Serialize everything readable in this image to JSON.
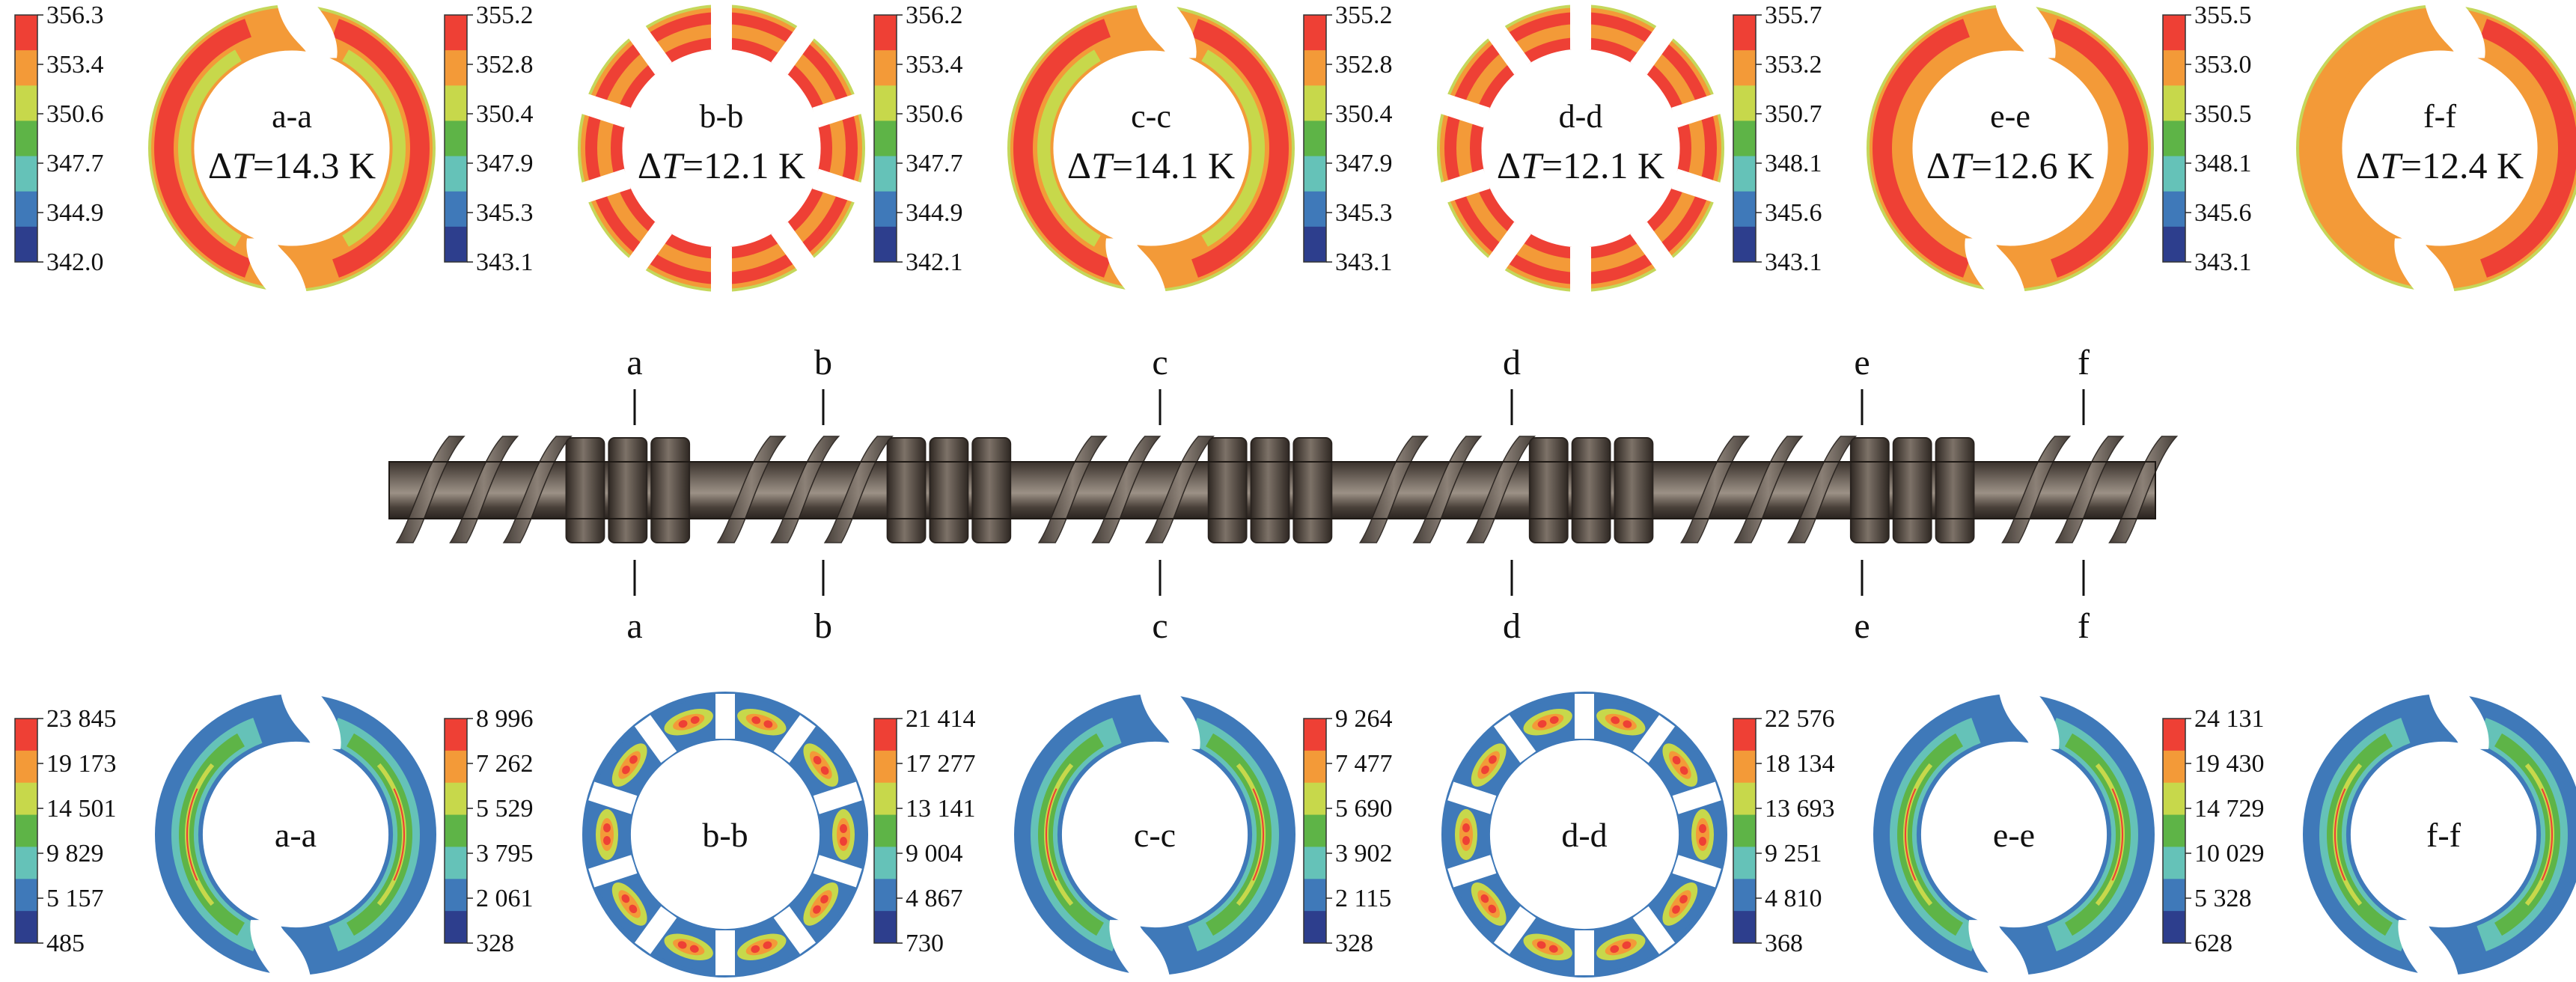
{
  "colorbar_palette": [
    "#ee4035",
    "#f39a38",
    "#c7d84b",
    "#5eb447",
    "#65c2b8",
    "#3f79b9",
    "#2d3e8d"
  ],
  "temperature_sections": [
    {
      "section": "a-a",
      "delta_label": "ΔT=14.3 K",
      "delta_prefix": "Δ",
      "delta_var": "T",
      "delta_value": "=14.3 K",
      "ticks": [
        "356.3",
        "353.4",
        "350.6",
        "347.7",
        "344.9",
        "342.0"
      ],
      "slot_style": "two_helical"
    },
    {
      "section": "b-b",
      "delta_label": "ΔT=12.1 K",
      "delta_prefix": "Δ",
      "delta_var": "T",
      "delta_value": "=12.1 K",
      "ticks": [
        "355.2",
        "352.8",
        "350.4",
        "347.9",
        "345.3",
        "343.1"
      ],
      "slot_style": "ten_blocks"
    },
    {
      "section": "c-c",
      "delta_label": "ΔT=14.1 K",
      "delta_prefix": "Δ",
      "delta_var": "T",
      "delta_value": "=14.1 K",
      "ticks": [
        "356.2",
        "353.4",
        "350.6",
        "347.7",
        "344.9",
        "342.1"
      ],
      "slot_style": "two_helical"
    },
    {
      "section": "d-d",
      "delta_label": "ΔT=12.1 K",
      "delta_prefix": "Δ",
      "delta_var": "T",
      "delta_value": "=12.1 K",
      "ticks": [
        "355.2",
        "352.8",
        "350.4",
        "347.9",
        "345.3",
        "343.1"
      ],
      "slot_style": "ten_blocks"
    },
    {
      "section": "e-e",
      "delta_label": "ΔT=12.6 K",
      "delta_prefix": "Δ",
      "delta_var": "T",
      "delta_value": "=12.6 K",
      "ticks": [
        "355.7",
        "353.2",
        "350.7",
        "348.1",
        "345.6",
        "343.1"
      ],
      "slot_style": "two_helical"
    },
    {
      "section": "f-f",
      "delta_label": "ΔT=12.4 K",
      "delta_prefix": "Δ",
      "delta_var": "T",
      "delta_value": "=12.4 K",
      "ticks": [
        "355.5",
        "353.0",
        "350.5",
        "348.1",
        "345.6",
        "343.1"
      ],
      "slot_style": "two_helical"
    }
  ],
  "shear_sections": [
    {
      "section": "a-a",
      "ticks": [
        "23 845",
        "19 173",
        "14 501",
        "9 829",
        "5 157",
        "485"
      ],
      "slot_style": "two_helical"
    },
    {
      "section": "b-b",
      "ticks": [
        "8 996",
        "7 262",
        "5 529",
        "3 795",
        "2 061",
        "328"
      ],
      "slot_style": "ten_blocks"
    },
    {
      "section": "c-c",
      "ticks": [
        "21 414",
        "17 277",
        "13 141",
        "9 004",
        "4 867",
        "730"
      ],
      "slot_style": "two_helical"
    },
    {
      "section": "d-d",
      "ticks": [
        "9 264",
        "7 477",
        "5 690",
        "3 902",
        "2 115",
        "328"
      ],
      "slot_style": "ten_blocks"
    },
    {
      "section": "e-e",
      "ticks": [
        "22 576",
        "18 134",
        "13 693",
        "9 251",
        "4 810",
        "368"
      ],
      "slot_style": "two_helical"
    },
    {
      "section": "f-f",
      "ticks": [
        "24 131",
        "19 430",
        "14 729",
        "10 029",
        "5 328",
        "628"
      ],
      "slot_style": "two_helical"
    }
  ],
  "screw": {
    "section_markers": [
      "a",
      "b",
      "c",
      "d",
      "e",
      "f"
    ],
    "segments": [
      "conveying",
      "kneading",
      "conveying",
      "kneading",
      "conveying",
      "kneading",
      "conveying",
      "kneading",
      "conveying",
      "kneading",
      "conveying"
    ],
    "colors": {
      "shaft_dark": "#2e2722",
      "shaft_mid": "#6e645b",
      "shaft_light": "#a69b90",
      "flight": "#5b5047"
    }
  }
}
